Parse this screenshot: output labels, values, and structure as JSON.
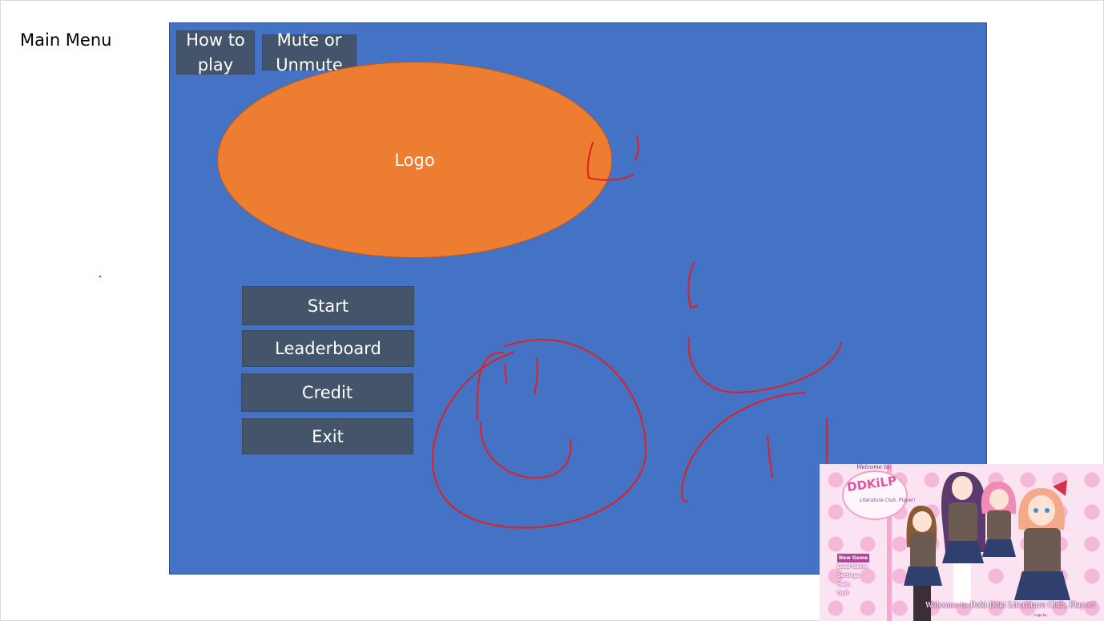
{
  "side_title": "Main Menu",
  "top_buttons": {
    "how_to_play": "How to play",
    "mute": "Mute or Unmute"
  },
  "logo": {
    "label": "Logo"
  },
  "menu": {
    "start": "Start",
    "leaderboard": "Leaderboard",
    "credit": "Credit",
    "exit": "Exit"
  },
  "reference_image": {
    "welcome": "Welcome to:",
    "logo_text": "DDKiLP",
    "logo_sub": "Literature Club, Player!",
    "menu_items": [
      "New Game",
      "Load Game",
      "Settings",
      "Help",
      "Quit"
    ],
    "caption": "Welcome to Doki Doki Literature Club, Player!",
    "credit": "Logo by"
  },
  "colors": {
    "canvas": "#4472c4",
    "button": "#44546a",
    "logo": "#ed7d31",
    "doodle": "#e02020"
  }
}
